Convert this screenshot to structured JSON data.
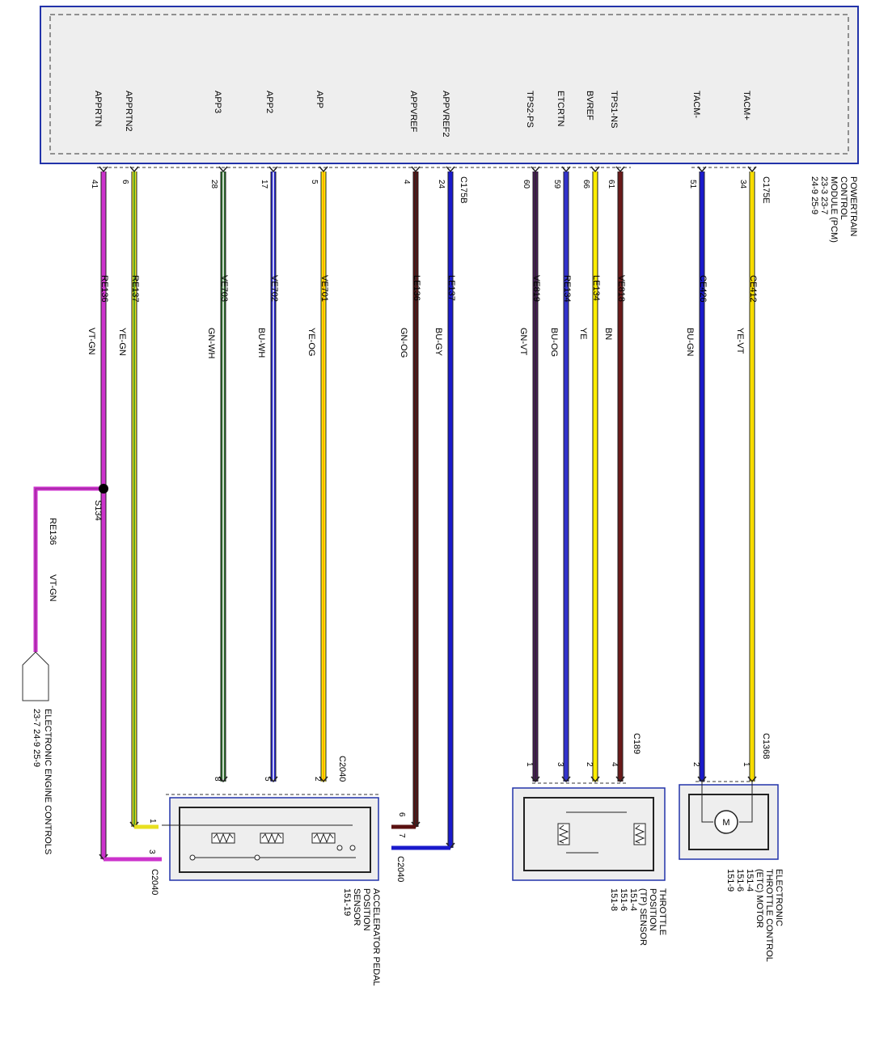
{
  "pcm": {
    "title_lines": [
      "POWERTRAIN",
      "CONTROL",
      "MODULE (PCM)",
      "23-3     23-7",
      "24-9     25-9"
    ],
    "connector_left": "C175B",
    "connector_right": "C175E"
  },
  "circuits": [
    {
      "signal": "APPRTN",
      "pin": "41",
      "circuit": "RE136",
      "color_code": "VT-GN",
      "bp": "APP sensor",
      "sensor_pin": "3",
      "colors": [
        "#cc33cc",
        "#cc33cc"
      ]
    },
    {
      "signal": "APPRTN2",
      "pin": "6",
      "circuit": "RE137",
      "color_code": "YE-GN",
      "bp": "APP sensor",
      "sensor_pin": "1",
      "colors": [
        "#e8e020",
        "#2a8a2a"
      ]
    },
    {
      "signal": "APP3",
      "pin": "28",
      "circuit": "VE703",
      "color_code": "GN-WH",
      "sensor_pin": "8",
      "colors": [
        "#2a6a2a",
        "#ffffff"
      ]
    },
    {
      "signal": "APP2",
      "pin": "17",
      "circuit": "VE702",
      "color_code": "BU-WH",
      "sensor_pin": "5",
      "colors": [
        "#2222cc",
        "#ffffff"
      ]
    },
    {
      "signal": "APP",
      "pin": "5",
      "circuit": "VE701",
      "color_code": "YE-OG",
      "sensor_pin": "2",
      "colors": [
        "#ffee00",
        "#ff9900"
      ]
    },
    {
      "signal": "APPVREF",
      "pin": "4",
      "circuit": "LE136",
      "color_code": "GN-OG",
      "sensor_pin": "6",
      "colors": [
        "#5a1010",
        "#2a2a2a"
      ]
    },
    {
      "signal": "APPVREF2",
      "pin": "24",
      "circuit": "LE137",
      "color_code": "BU-GY",
      "sensor_pin": "7",
      "colors": [
        "#1a1acc",
        "#1a1acc"
      ]
    },
    {
      "signal": "TPS2-PS",
      "pin": "60",
      "circuit": "VE819",
      "color_code": "GN-VT",
      "sensor_pin": "1",
      "colors": [
        "#4a1a5a",
        "#2a2a2a"
      ]
    },
    {
      "signal": "ETCRTN",
      "pin": "59",
      "circuit": "RE134",
      "color_code": "BU-OG",
      "sensor_pin": "3",
      "colors": [
        "#3333cc",
        "#3333cc"
      ]
    },
    {
      "signal": "BVREF",
      "pin": "66",
      "circuit": "LE134",
      "color_code": "YE",
      "sensor_pin": "2",
      "colors": [
        "#ffee00",
        "#ffee00"
      ]
    },
    {
      "signal": "TPS1-NS",
      "pin": "61",
      "circuit": "VE818",
      "color_code": "BN",
      "sensor_pin": "4",
      "colors": [
        "#6a1a1a",
        "#6a1a1a"
      ]
    },
    {
      "signal": "TACM-",
      "pin": "51",
      "circuit": "CE426",
      "color_code": "BU-GN",
      "sensor_pin": "2",
      "colors": [
        "#1a1acc",
        "#1a1acc"
      ]
    },
    {
      "signal": "TACM+",
      "pin": "34",
      "circuit": "CE412",
      "color_code": "YE-VT",
      "sensor_pin": "1",
      "colors": [
        "#ffee00",
        "#ffcc00"
      ]
    }
  ],
  "splice": {
    "name": "S134",
    "branch_circuit": "RE136",
    "branch_color": "VT-GN"
  },
  "ecc": {
    "label": "ELECTRONIC ENGINE CONTROLS",
    "refs": "23-7     24-9     25-9"
  },
  "app_sensor": {
    "connector_top": "C2040",
    "connector_right": "C2040",
    "connector_left": "C2040",
    "title_lines": [
      "ACCELERATOR PEDAL",
      "POSITION",
      "SENSOR",
      "151-19"
    ]
  },
  "tp_sensor": {
    "connector": "C189",
    "title_lines": [
      "THROTTLE",
      "POSITION",
      "(TP) SENSOR",
      "151-4",
      "151-6",
      "151-8"
    ]
  },
  "etc_motor": {
    "connector": "C1368",
    "motor_symbol": "M",
    "title_lines": [
      "ELECTRONIC",
      "THROTTLE CONTROL",
      "(ETC) MOTOR",
      "151-4",
      "151-6",
      "151-9"
    ]
  }
}
